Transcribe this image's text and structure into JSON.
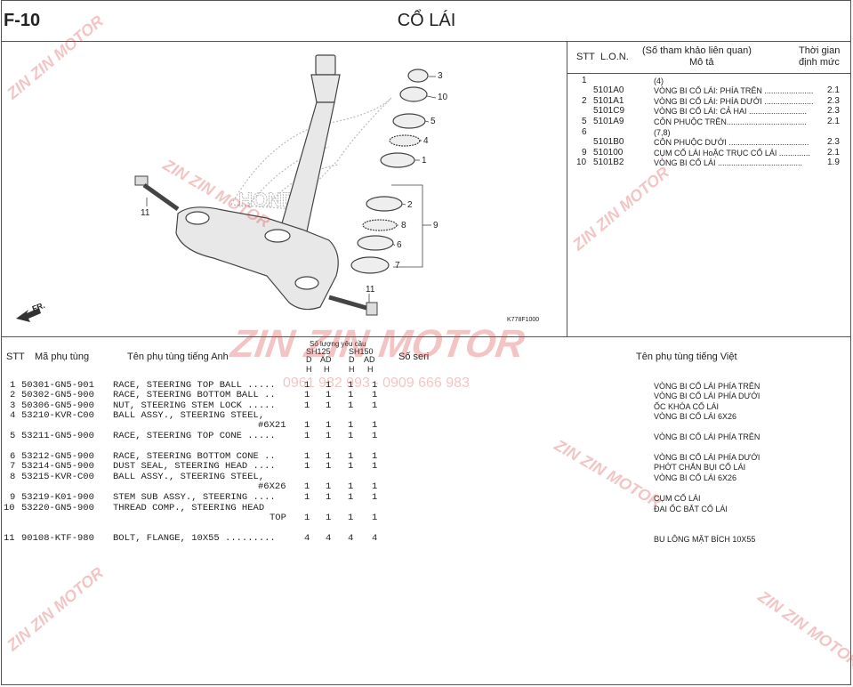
{
  "header": {
    "code": "F-10",
    "title": "CỔ LÁI"
  },
  "diagram": {
    "callouts": [
      "3",
      "10",
      "5",
      "4",
      "1",
      "2",
      "8",
      "9",
      "6",
      "7",
      "11",
      "11"
    ],
    "illustration_code": "K778F1000",
    "fr_label": "FR."
  },
  "lon_table": {
    "col_stt": "STT",
    "col_lon": "L.O.N.",
    "col_ref": "(Số tham khảo liên quan)",
    "col_desc": "Mô tả",
    "col_time_1": "Thời gian",
    "col_time_2": "định mức",
    "rows": [
      {
        "stt": "1",
        "lon": "",
        "desc": "(4)",
        "time": ""
      },
      {
        "stt": "",
        "lon": "5101A0",
        "desc": "VÒNG BI CỔ LÁI: PHÍA TRÊN ......................",
        "time": "2.1"
      },
      {
        "stt": "2",
        "lon": "5101A1",
        "desc": "VÒNG BI CỔ LÁI: PHÍA DƯỚI ......................",
        "time": "2.3"
      },
      {
        "stt": "",
        "lon": "5101C9",
        "desc": "VÒNG BI CỔ LÁI: CẢ HAI ..........................",
        "time": "2.3"
      },
      {
        "stt": "5",
        "lon": "5101A9",
        "desc": "CÔN PHUỘC TRÊN....................................",
        "time": "2.1"
      },
      {
        "stt": "6",
        "lon": "",
        "desc": "(7,8)",
        "time": ""
      },
      {
        "stt": "",
        "lon": "5101B0",
        "desc": "CÔN PHUỘC DƯỚI ....................................",
        "time": "2.3"
      },
      {
        "stt": "9",
        "lon": "510100",
        "desc": "CỤM CỔ LÁI HoẶC TRỤC CỔ LÁI ..............",
        "time": "2.1"
      },
      {
        "stt": "10",
        "lon": "5101B2",
        "desc": "VÒNG BI CỔ LÁI ......................................",
        "time": "1.9"
      }
    ]
  },
  "parts_table": {
    "col_stt": "STT",
    "col_code": "Mã phụ tùng",
    "col_en": "Tên phụ tùng tiếng Anh",
    "col_qty": "Số lượng yêu cầu",
    "model_a": "SH125",
    "model_b": "SH150",
    "sub_cols": [
      "D",
      "AD",
      "D",
      "AD"
    ],
    "sub_h": [
      "H",
      "H",
      "H",
      "H"
    ],
    "col_serial": "Số seri",
    "col_vn": "Tên phụ tùng tiếng Việt",
    "rows": [
      {
        "stt": "1",
        "code": "50301-GN5-901",
        "en": "RACE, STEERING TOP BALL  .....",
        "qty": [
          "1",
          "1",
          "1",
          "1"
        ],
        "vn": "VÒNG BI CỔ LÁI PHÍA TRÊN"
      },
      {
        "stt": "2",
        "code": "50302-GN5-900",
        "en": "RACE, STEERING BOTTOM BALL  ..",
        "qty": [
          "1",
          "1",
          "1",
          "1"
        ],
        "vn": "VÒNG BI CỔ LÁI PHÍA DƯỚI"
      },
      {
        "stt": "3",
        "code": "50306-GN5-900",
        "en": "NUT, STEERING STEM LOCK  .....",
        "qty": [
          "1",
          "1",
          "1",
          "1"
        ],
        "vn": "ỐC KHÓA CỔ LÁI"
      },
      {
        "stt": "4",
        "code": "53210-KVR-C00",
        "en": "BALL ASSY., STEERING STEEL,",
        "en2": "#6X21",
        "qty": [
          "1",
          "1",
          "1",
          "1"
        ],
        "vn": "VÒNG BI CỔ LÁI 6X26"
      },
      {
        "stt": "5",
        "code": "53211-GN5-900",
        "en": "RACE, STEERING TOP CONE  .....",
        "qty": [
          "1",
          "1",
          "1",
          "1"
        ],
        "vn": "VÒNG BI CỔ LÁI PHÍA TRÊN"
      },
      {
        "stt": "6",
        "code": "53212-GN5-900",
        "en": "RACE, STEERING BOTTOM CONE  ..",
        "qty": [
          "1",
          "1",
          "1",
          "1"
        ],
        "vn": "VÒNG BI CỔ LÁI PHÍA DƯỚI"
      },
      {
        "stt": "7",
        "code": "53214-GN5-900",
        "en": "DUST SEAL, STEERING HEAD  ....",
        "qty": [
          "1",
          "1",
          "1",
          "1"
        ],
        "vn": "PHỚT CHẮN BỤI CỔ LÁI"
      },
      {
        "stt": "8",
        "code": "53215-KVR-C00",
        "en": "BALL ASSY., STEERING STEEL,",
        "en2": "#6X26",
        "qty": [
          "1",
          "1",
          "1",
          "1"
        ],
        "vn": "VÒNG BI CỔ LÁI 6X26"
      },
      {
        "stt": "9",
        "code": "53219-K01-900",
        "en": "STEM SUB ASSY., STEERING  ....",
        "qty": [
          "1",
          "1",
          "1",
          "1"
        ],
        "vn": "CỤM CỔ LÁI"
      },
      {
        "stt": "10",
        "code": "53220-GN5-900",
        "en": "THREAD COMP., STEERING HEAD",
        "en2": "TOP",
        "qty": [
          "1",
          "1",
          "1",
          "1"
        ],
        "vn": "ĐAI ỐC BẮT CỔ LÁI"
      },
      {
        "stt": "11",
        "code": "90108-KTF-980",
        "en": "BOLT, FLANGE, 10X55  .........",
        "qty": [
          "4",
          "4",
          "4",
          "4"
        ],
        "vn": "BU LÔNG MẶT BÍCH 10X55"
      }
    ]
  },
  "watermark": {
    "brand": "ZIN ZIN MOTOR",
    "phone": "0961 982 993 - 0909 666 983"
  }
}
